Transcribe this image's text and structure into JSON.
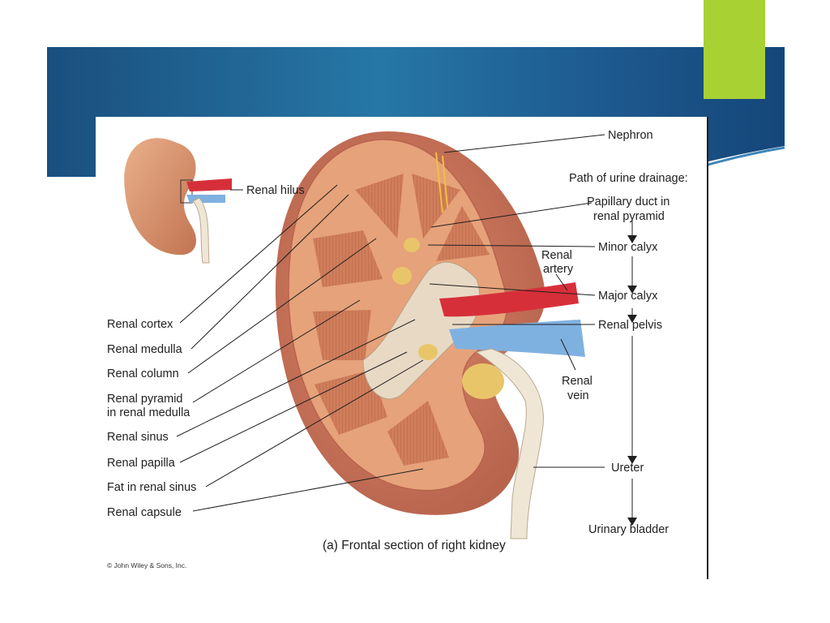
{
  "colors": {
    "banner": "#1f6496",
    "accent": "#a8d134",
    "artery": "#d72f3a",
    "vein": "#7fb1e0",
    "cortex": "#e6a27a",
    "medulla": "#cf7d5b",
    "fat": "#e9c56a"
  },
  "labels_left": {
    "renal_hilus": "Renal hilus",
    "renal_cortex": "Renal cortex",
    "renal_medulla": "Renal medulla",
    "renal_column": "Renal column",
    "renal_pyramid_1": "Renal pyramid",
    "renal_pyramid_2": "in renal medulla",
    "renal_sinus": "Renal sinus",
    "renal_papilla": "Renal papilla",
    "fat_in_renal_sinus": "Fat in renal sinus",
    "renal_capsule": "Renal capsule"
  },
  "labels_right": {
    "nephron": "Nephron",
    "path_title": "Path of urine drainage:",
    "papillary_duct_1": "Papillary duct in",
    "papillary_duct_2": "renal pyramid",
    "minor_calyx": "Minor calyx",
    "major_calyx": "Major calyx",
    "renal_pelvis": "Renal pelvis",
    "ureter": "Ureter",
    "urinary_bladder": "Urinary bladder"
  },
  "labels_vessels": {
    "renal_artery_1": "Renal",
    "renal_artery_2": "artery",
    "renal_vein_1": "Renal",
    "renal_vein_2": "vein"
  },
  "caption": "(a) Frontal section of right kidney",
  "copyright": "© John Wiley & Sons, Inc."
}
